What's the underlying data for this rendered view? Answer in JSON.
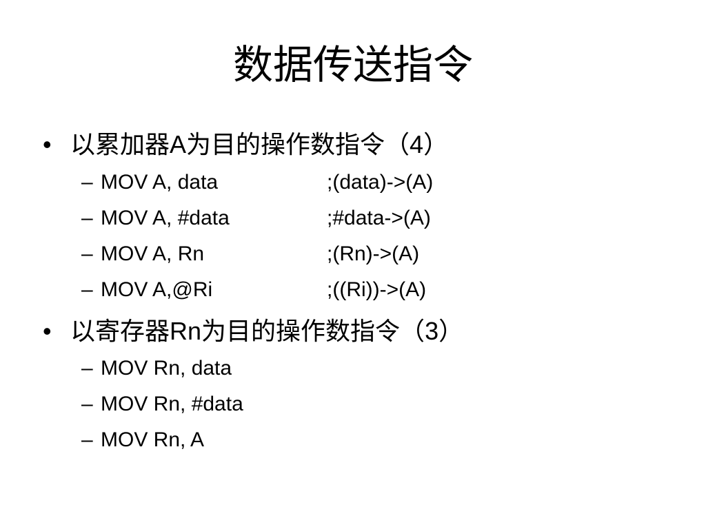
{
  "slide": {
    "title": "数据传送指令",
    "sections": [
      {
        "bullet_symbol": "•",
        "heading_part1": "以累加器",
        "heading_reg": "A",
        "heading_part2": "为目的操作数指令（",
        "heading_count": "4",
        "heading_close": "）",
        "items": [
          {
            "dash": "–",
            "instruction": "MOV A, data",
            "comment": ";(data)->(A)"
          },
          {
            "dash": "–",
            "instruction": "MOV A, #data",
            "comment": ";#data->(A)"
          },
          {
            "dash": "–",
            "instruction": "MOV A, Rn",
            "comment": ";(Rn)->(A)"
          },
          {
            "dash": "–",
            "instruction": "MOV A,@Ri",
            "comment": ";((Ri))->(A)"
          }
        ]
      },
      {
        "bullet_symbol": "•",
        "heading_part1": "以寄存器",
        "heading_reg": "Rn",
        "heading_part2": "为目的操作数指令（",
        "heading_count": "3",
        "heading_close": "）",
        "items": [
          {
            "dash": "–",
            "instruction": "MOV Rn, data"
          },
          {
            "dash": "–",
            "instruction": "MOV Rn, #data"
          },
          {
            "dash": "–",
            "instruction": "MOV Rn, A"
          }
        ]
      }
    ]
  }
}
